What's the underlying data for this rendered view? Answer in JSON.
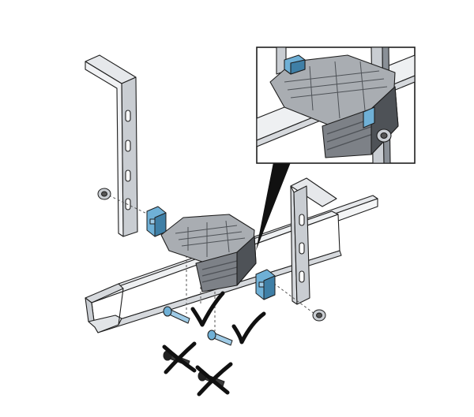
{
  "diagram": {
    "subject": "cable-tray-support-assembly",
    "colors": {
      "steel": "#c9cdd2",
      "steel_dark": "#8a9097",
      "steel_light": "#e6e8eb",
      "plastic": "#7d8187",
      "plastic_dark": "#4e5257",
      "plastic_light": "#a9adb2",
      "clip": "#6fb0d6",
      "clip_dark": "#3f7fa6",
      "outline": "#1e1e1e",
      "check": "#111111",
      "callout": "#111111"
    },
    "icons": {
      "correct": "checkmark-icon",
      "incorrect": "cross-icon"
    },
    "fasteners": [
      {
        "name": "carriage-bolt-long",
        "status": "correct"
      },
      {
        "name": "carriage-bolt-short",
        "status": "correct"
      },
      {
        "name": "screw-a",
        "status": "incorrect"
      },
      {
        "name": "screw-b",
        "status": "incorrect"
      }
    ]
  }
}
